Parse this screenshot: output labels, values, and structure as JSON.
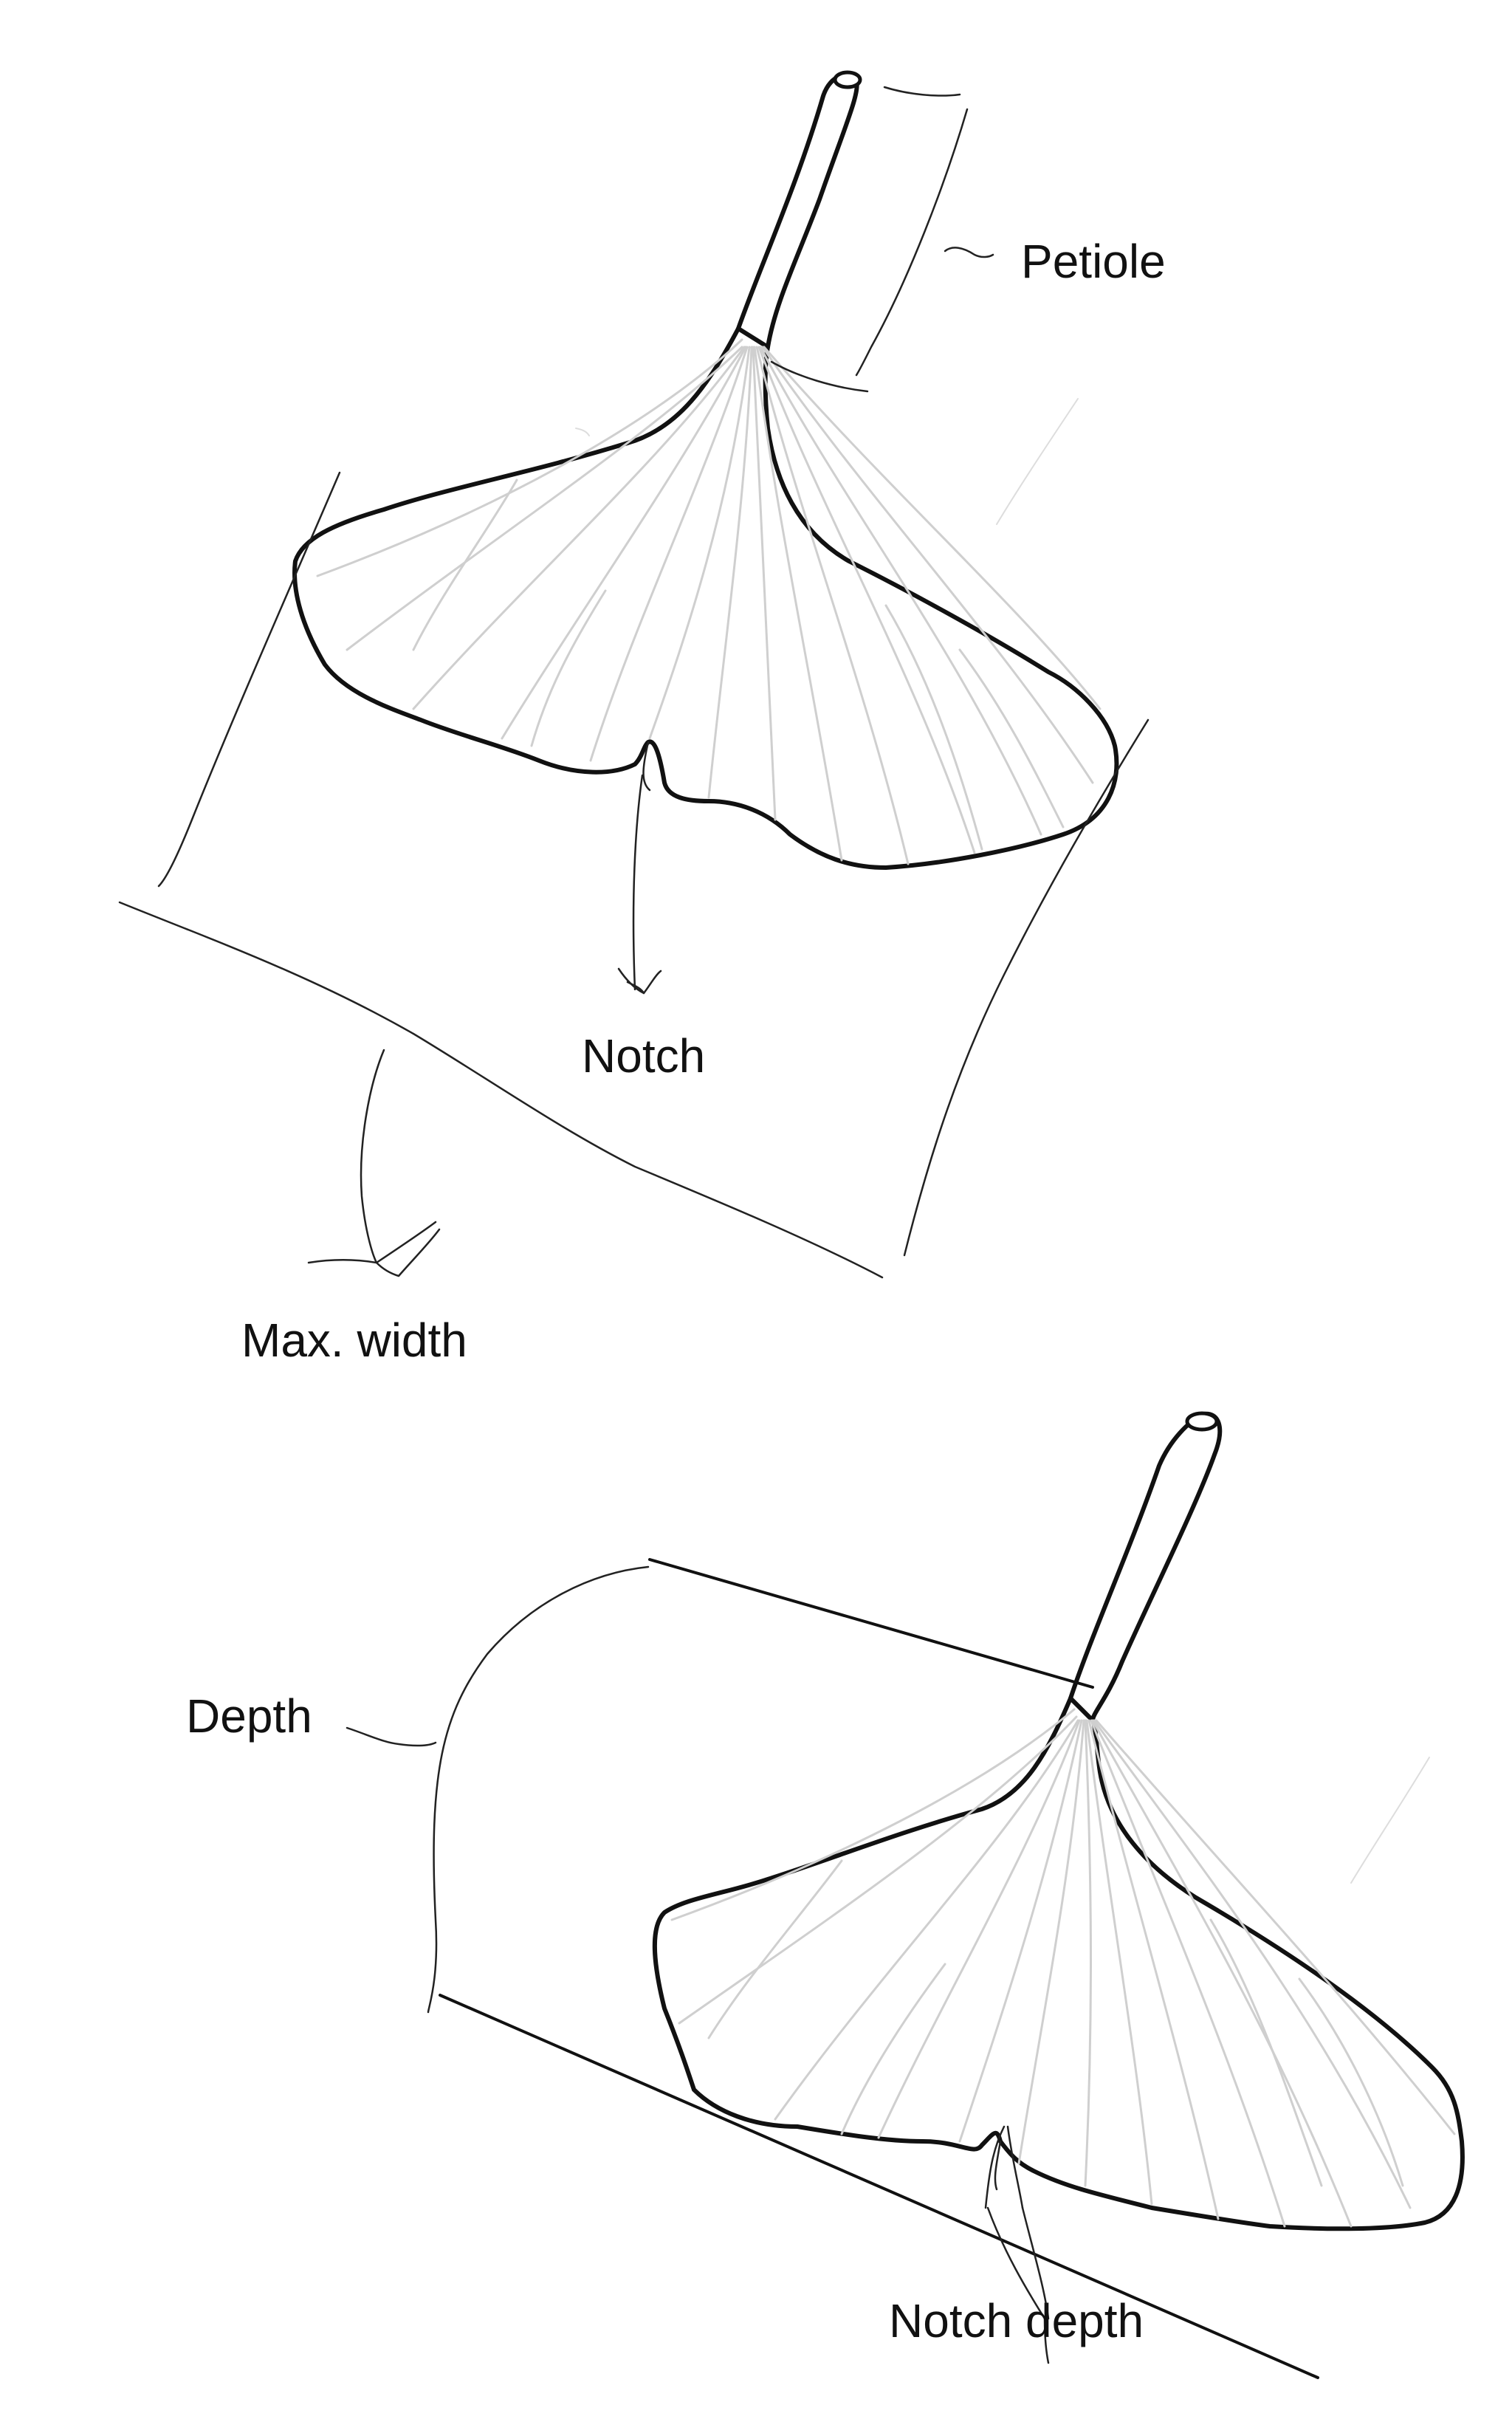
{
  "labels": {
    "petiole": "Petiole",
    "notch": "Notch",
    "max_width": "Max. width",
    "depth": "Depth",
    "notch_depth": "Notch depth"
  },
  "colors": {
    "ink": "#111111",
    "vein": "#cfcfcf",
    "background": "#ffffff"
  }
}
